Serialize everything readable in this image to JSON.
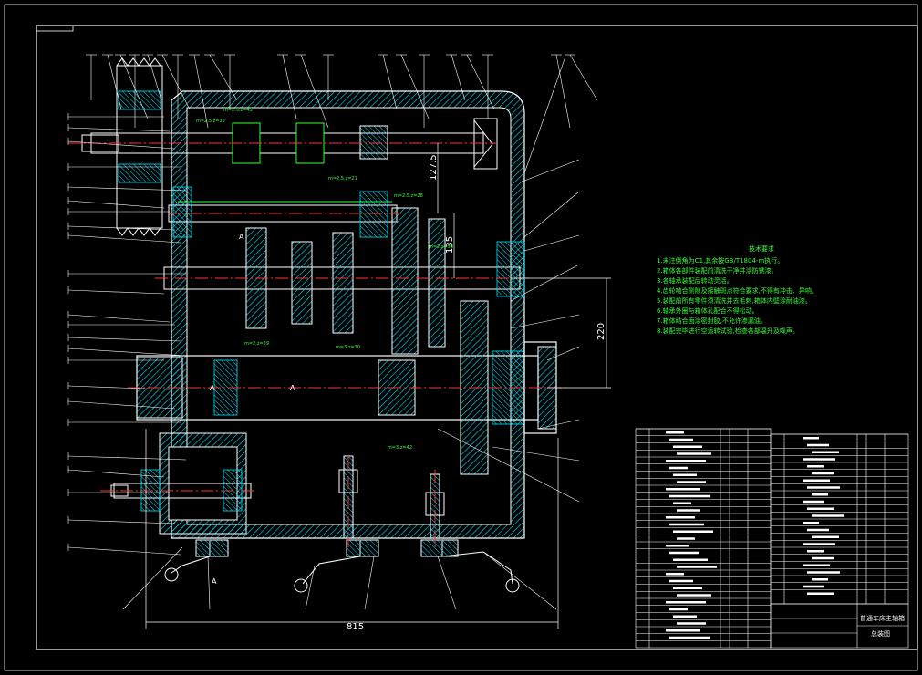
{
  "dimensions": {
    "d127": "127.5",
    "d135": "135",
    "d220": "220",
    "d815": "815"
  },
  "section_marks": [
    "A",
    "A",
    "A",
    "A"
  ],
  "gear_labels": [
    "m=2.5,z=45",
    "m=2.5,z=33",
    "m=2.5,z=21",
    "m=2.5,z=28",
    "m=2,z=38",
    "m=2,z=29",
    "m=3,z=30",
    "m=3,z=42"
  ],
  "notes": {
    "title": "技术要求",
    "lines": [
      "1.未注倒角为C1,其余按GB/T1804-m执行。",
      "2.箱体各部件装配前清洗干净并涂防锈漆。",
      "3.各轴承装配后转动灵活。",
      "4.齿轮啮合侧隙及接触斑点符合要求,不得有冲击、异响。",
      "5.装配前所有零件须清洗并去毛刺,箱体内壁涂耐油漆。",
      "6.轴承外圈与箱体孔配合不得松动。",
      "7.箱体结合面涂密封胶,不允许渗漏油。",
      "8.装配完毕进行空运转试验,检查各部温升及噪声。"
    ]
  },
  "title_block": {
    "name": "普通车床主轴箱",
    "drawing": "总装图"
  },
  "colors": {
    "outline": "#ffffff",
    "section": "#00e5ff",
    "hatch": "#00e5ff",
    "center": "#ff3333",
    "dimension": "#ffffff",
    "text_green": "#33ff33",
    "leader": "#ffffff"
  }
}
